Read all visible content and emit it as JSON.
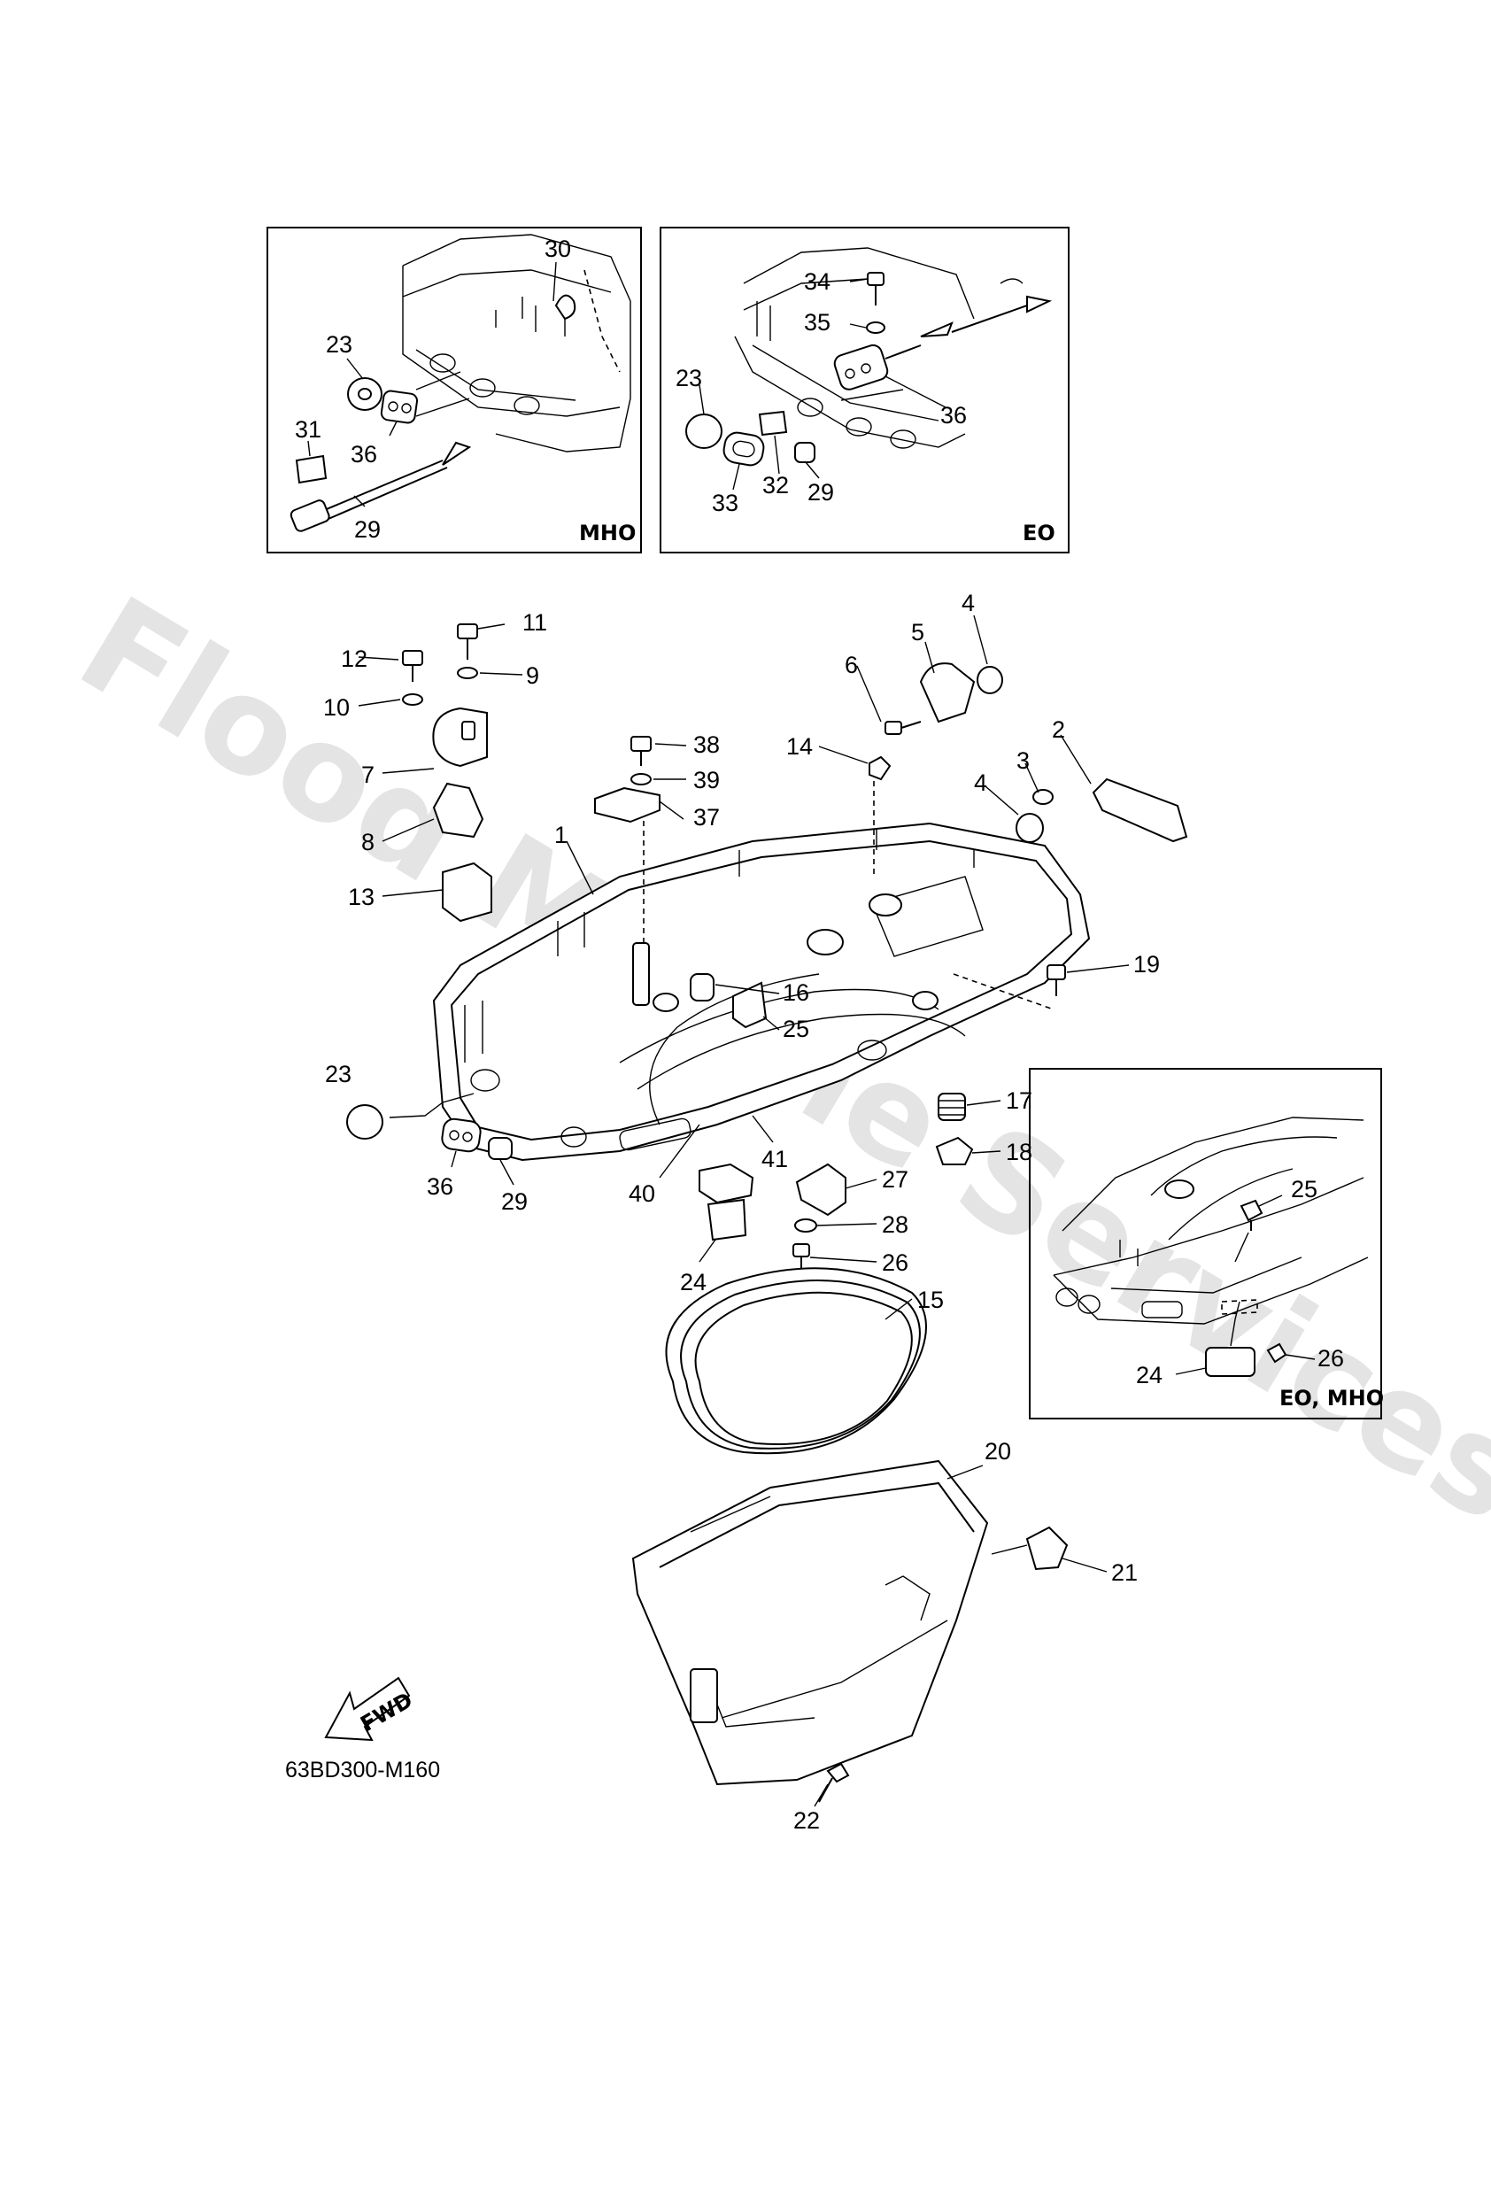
{
  "watermark": "Flood Marine Services",
  "diagram_code": "63BD300-M160",
  "fwd_label": "FWD",
  "insets": [
    {
      "tag": "MHO"
    },
    {
      "tag": "EO"
    },
    {
      "tag": "EO, MHO"
    }
  ],
  "callouts": [
    "30",
    "23",
    "31",
    "36",
    "29",
    "34",
    "35",
    "23",
    "36",
    "33",
    "32",
    "29",
    "11",
    "9",
    "12",
    "10",
    "7",
    "8",
    "13",
    "38",
    "39",
    "37",
    "1",
    "4",
    "5",
    "6",
    "14",
    "2",
    "3",
    "4",
    "19",
    "16",
    "25",
    "23",
    "36",
    "29",
    "17",
    "18",
    "40",
    "41",
    "27",
    "28",
    "26",
    "24",
    "25",
    "26",
    "24",
    "15",
    "20",
    "21",
    "22"
  ]
}
